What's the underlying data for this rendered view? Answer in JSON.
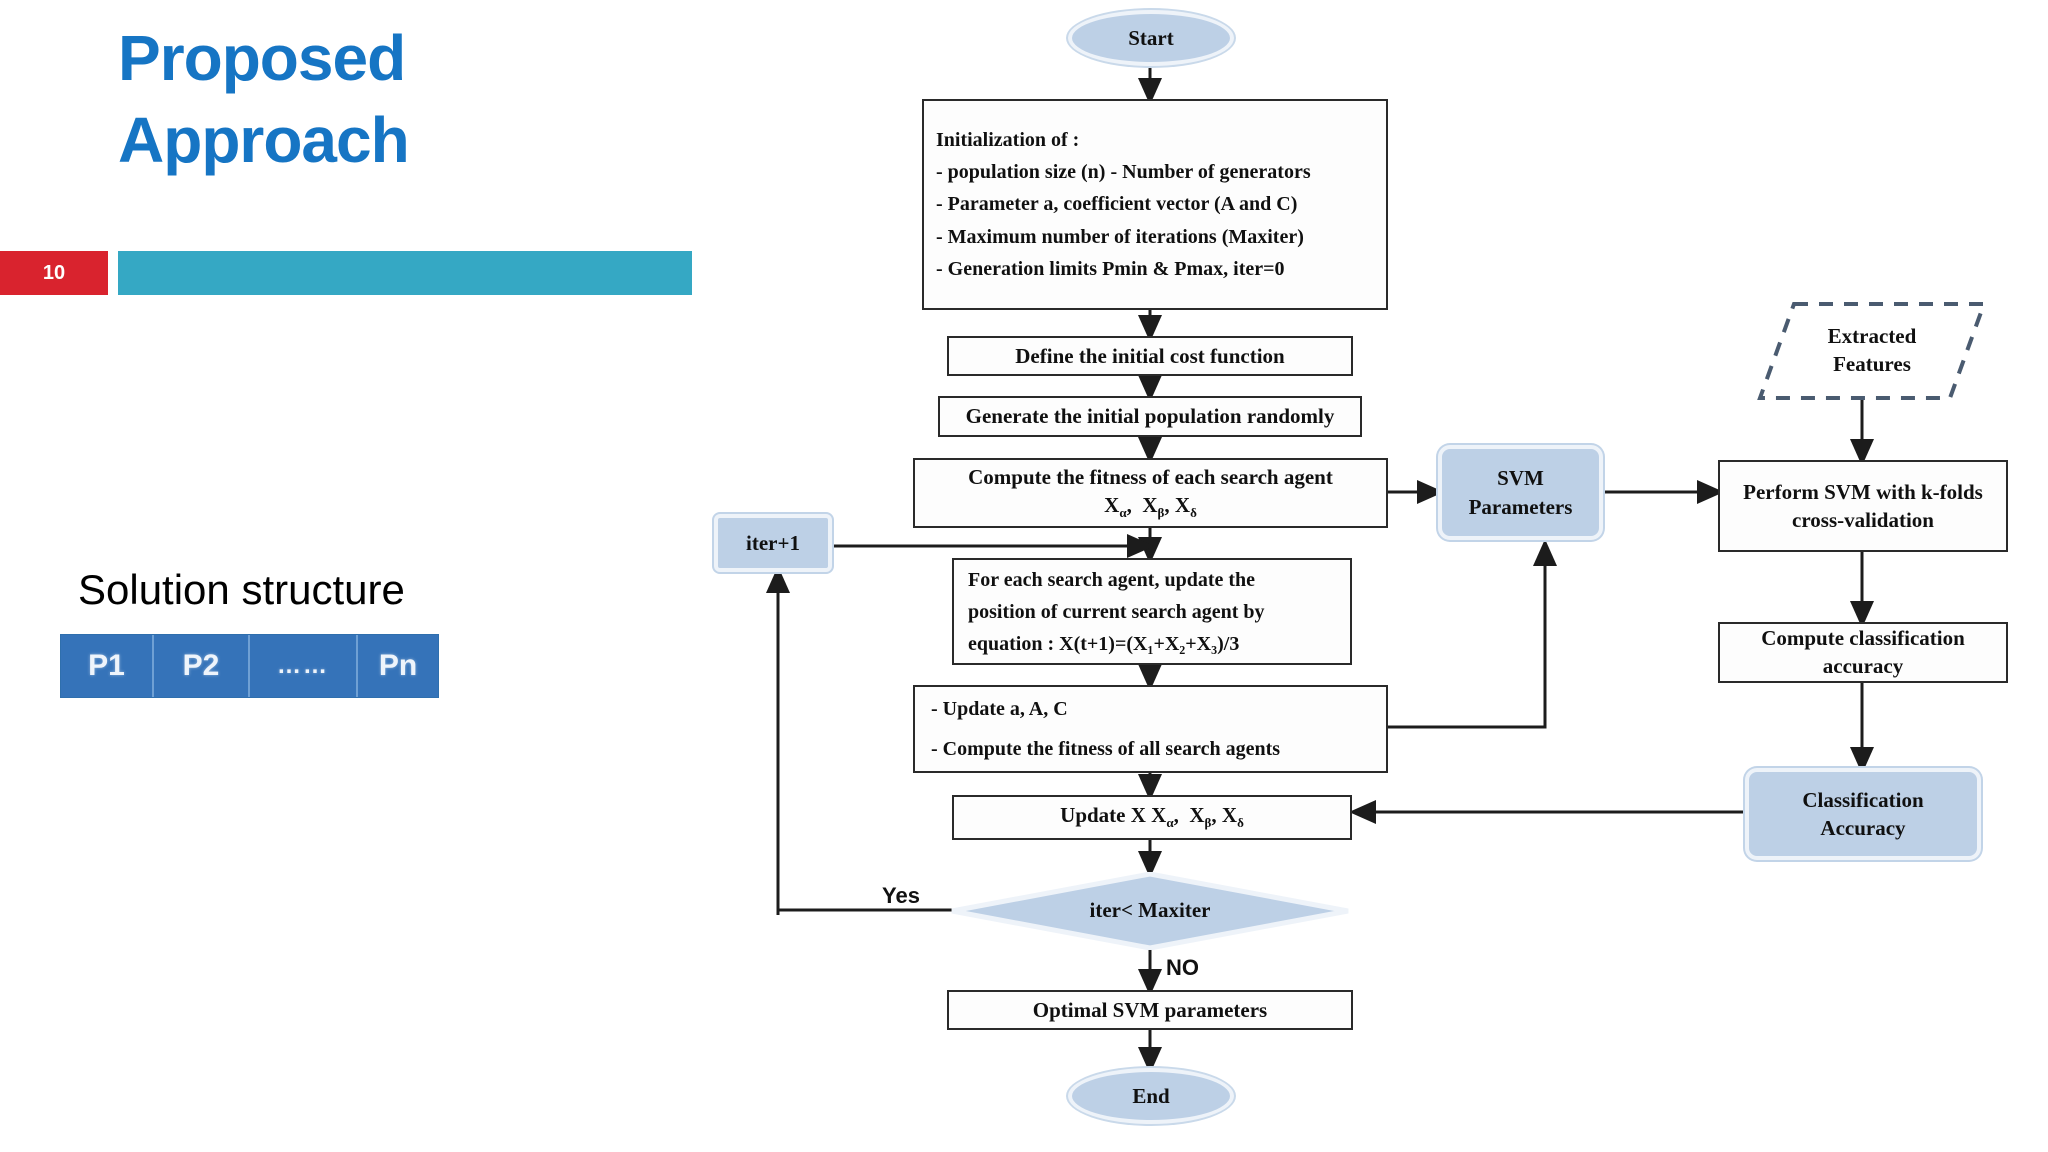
{
  "slide": {
    "title_line1": "Proposed",
    "title_line2": "Approach",
    "page_number": "10",
    "accent_blue": "#1675c4",
    "accent_teal": "#35a8c4",
    "accent_red": "#d9232e"
  },
  "solution": {
    "label": "Solution structure",
    "cells": [
      "P1",
      "P2",
      "……",
      "Pn"
    ],
    "cell_color": "#3573b9"
  },
  "flowchart": {
    "nodes": {
      "start": "Start",
      "init_title": "Initialization of :",
      "init_l1": "- population size  (n) - Number of generators",
      "init_l2": "- Parameter a, coefficient  vector (A and C)",
      "init_l3": "- Maximum number of iterations (Maxiter)",
      "init_l4": "- Generation limits Pmin & Pmax, iter=0",
      "define_cost": "Define the initial cost function",
      "generate_pop": "Generate the initial population randomly",
      "fitness_l1": "Compute the fitness of each search agent",
      "fitness_l2_pre": "X",
      "fitness_sub_a": "α",
      "fitness_sub_b": "β",
      "fitness_sub_d": "δ",
      "iter_plus_one": "iter+1",
      "update_pos_l1": "For   each search   agent, update the",
      "update_pos_l2": "position  of current  search  agent  by",
      "update_pos_l3": "equation :  X(t+1)=(X₁+X₂+X₃)/3",
      "update_aac_l1": "- Update a, A, C",
      "update_aac_l2": "- Compute the fitness of all search agents",
      "update_x": "Update X",
      "decision": "iter< Maxiter",
      "yes_label": "Yes",
      "no_label": "NO",
      "optimal": "Optimal SVM parameters",
      "end": "End",
      "svm_parameters_l1": "SVM",
      "svm_parameters_l2": "Parameters",
      "extracted_l1": "Extracted",
      "extracted_l2": "Features",
      "perform_svm_l1": "Perform SVM with k-folds",
      "perform_svm_l2": "cross-validation",
      "compute_acc_l1": "Compute classification",
      "compute_acc_l2": "accuracy",
      "classification_acc_l1": "Classification",
      "classification_acc_l2": "Accuracy"
    },
    "colors": {
      "terminator_fill": "#bdd0e6",
      "terminator_halo": "#eef3f9",
      "box_border": "#2a2a2a",
      "line": "#1c1c1c",
      "dashed": "#4a5b70"
    }
  }
}
